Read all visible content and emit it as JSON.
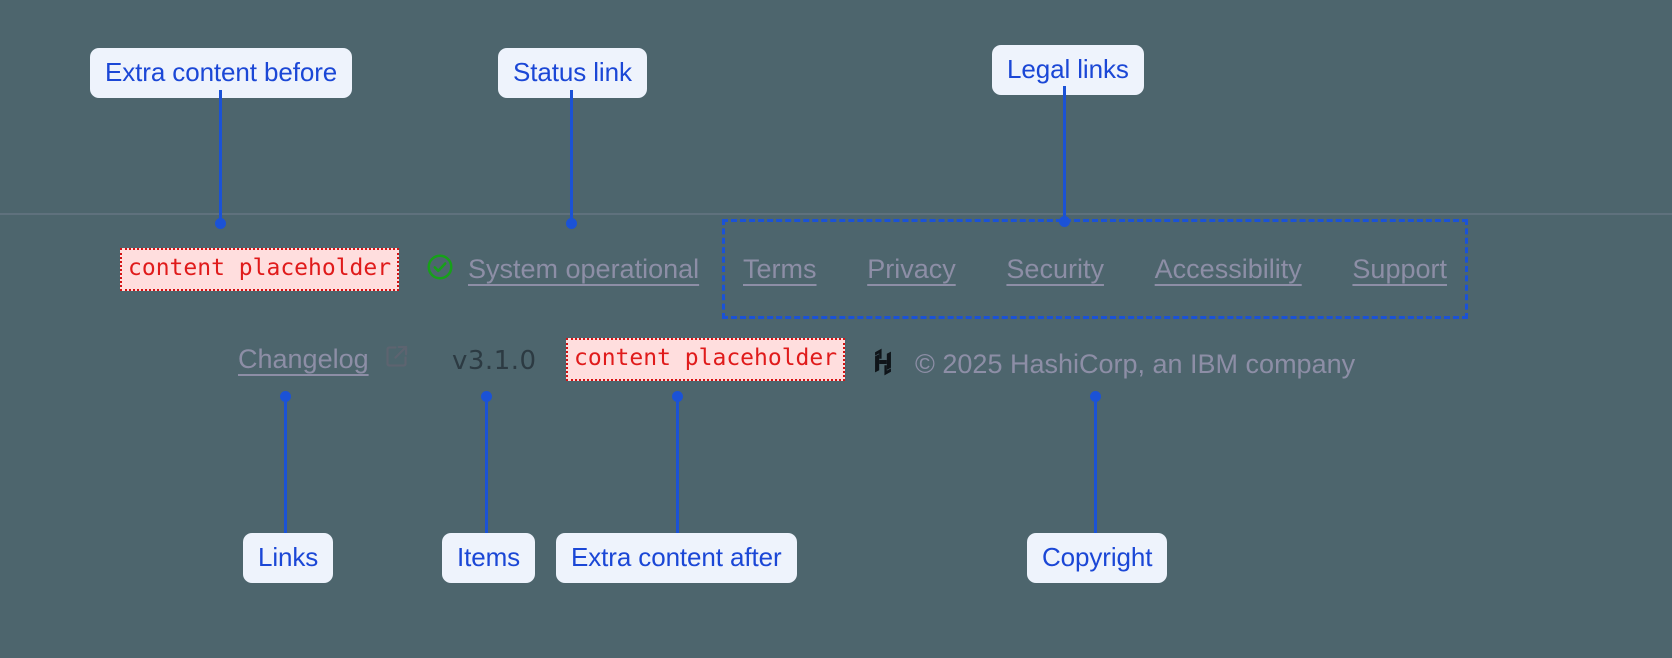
{
  "theme": {
    "page_bg": "#4d656d",
    "divider": "#6f7b8a",
    "annotation_color": "#1b52d6",
    "annotation_bg": "#eef3fc",
    "placeholder_text": "#e01b1b",
    "placeholder_bg": "#ffdede",
    "link_color": "#8d8ea6",
    "status_ok_color": "#17a01a",
    "version_color": "#2c3a42",
    "logo_color": "#0f1419"
  },
  "annotations": {
    "extra_before": "Extra content before",
    "status_link": "Status link",
    "legal_links": "Legal links",
    "links": "Links",
    "items": "Items",
    "extra_after": "Extra content after",
    "copyright": "Copyright"
  },
  "footer": {
    "extra_before_slot": "content placeholder",
    "extra_after_slot": "content placeholder",
    "status": {
      "icon": "check-circle-icon",
      "label": "System operational"
    },
    "legal_links": [
      {
        "label": "Terms"
      },
      {
        "label": "Privacy"
      },
      {
        "label": "Security"
      },
      {
        "label": "Accessibility"
      },
      {
        "label": "Support"
      }
    ],
    "changelog": {
      "label": "Changelog",
      "icon": "external-link-icon"
    },
    "version": "v3.1.0",
    "brand": {
      "logo": "hashicorp-logo-icon",
      "copyright": "© 2025 HashiCorp, an IBM company"
    }
  }
}
